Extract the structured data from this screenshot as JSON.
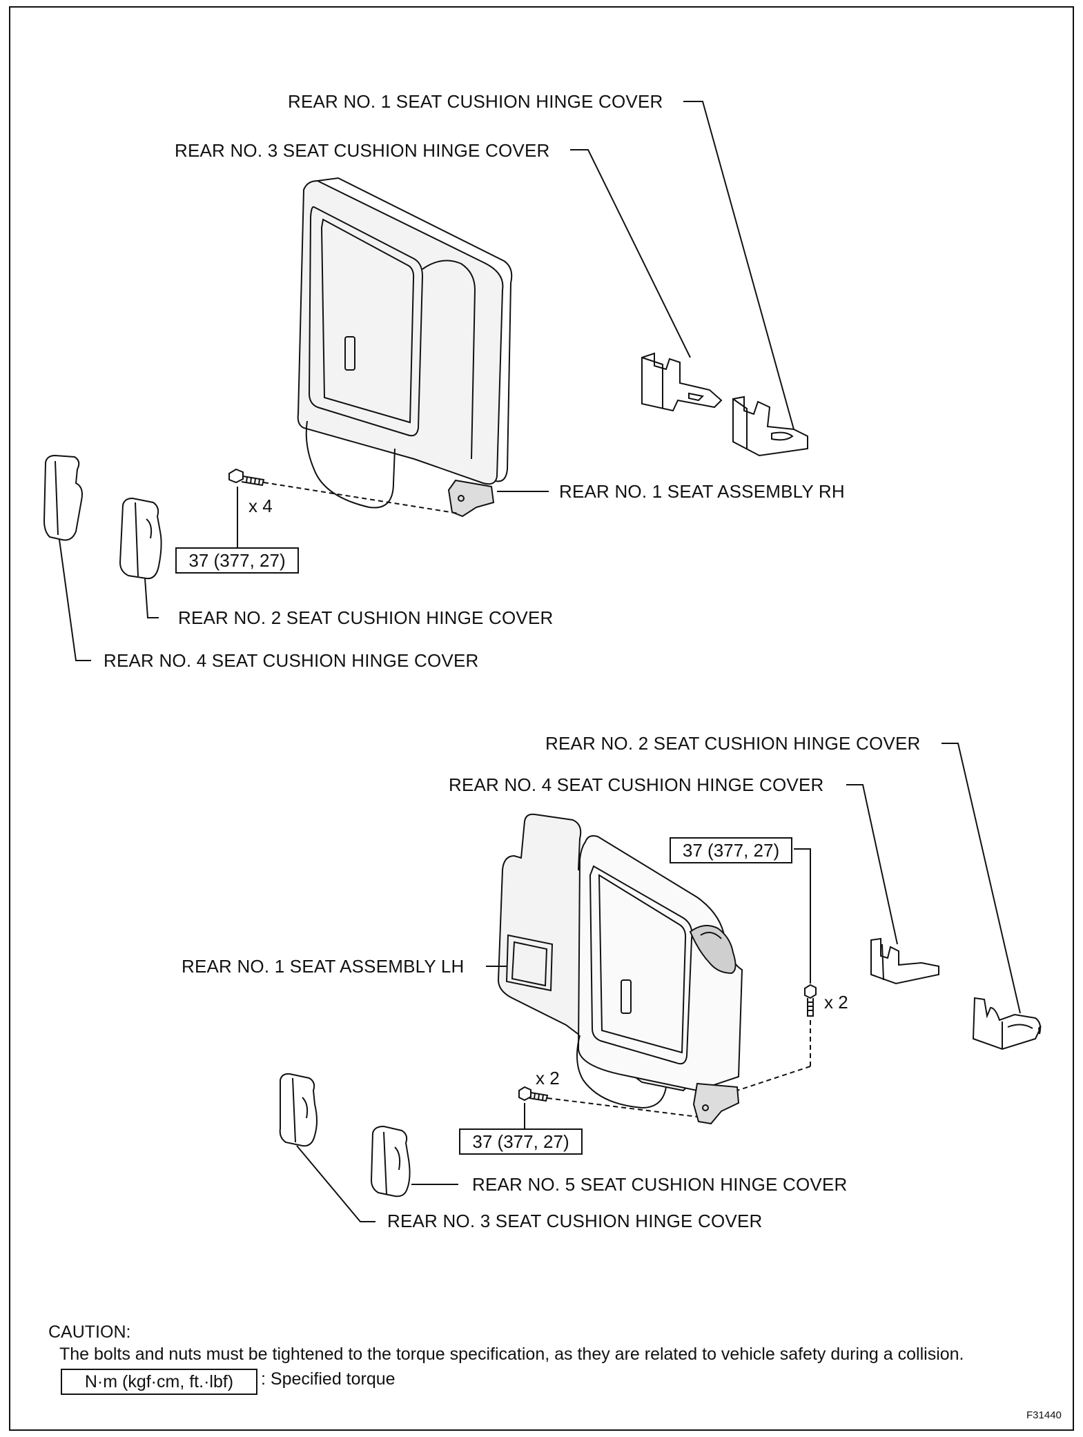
{
  "diagram_a": {
    "label_no1_cover": "REAR NO. 1 SEAT CUSHION HINGE COVER",
    "label_no3_cover": "REAR NO. 3 SEAT CUSHION HINGE COVER",
    "label_assembly_rh": "REAR NO. 1 SEAT ASSEMBLY RH",
    "label_no2_cover": "REAR NO. 2 SEAT CUSHION HINGE COVER",
    "label_no4_cover": "REAR NO. 4 SEAT CUSHION HINGE COVER",
    "bolt_qty": "x 4",
    "torque": "37 (377, 27)"
  },
  "diagram_b": {
    "label_no2_cover": "REAR NO. 2 SEAT CUSHION HINGE COVER",
    "label_no4_cover": "REAR NO. 4 SEAT CUSHION HINGE COVER",
    "label_assembly_lh": "REAR NO. 1 SEAT ASSEMBLY LH",
    "label_no5_cover": "REAR NO. 5 SEAT CUSHION HINGE COVER",
    "label_no3_cover": "REAR NO. 3 SEAT CUSHION HINGE COVER",
    "torque_upper": "37 (377, 27)",
    "torque_lower": "37 (377, 27)",
    "bolt_qty_upper": "x 2",
    "bolt_qty_lower": "x 2"
  },
  "caution": {
    "heading": "CAUTION:",
    "text": "The bolts and nuts must be tightened to the torque specification, as they are related to vehicle safety during a collision.",
    "legend_box": "N·m (kgf·cm, ft.·lbf)",
    "legend_text": ": Specified torque"
  },
  "figure_id": "F31440"
}
